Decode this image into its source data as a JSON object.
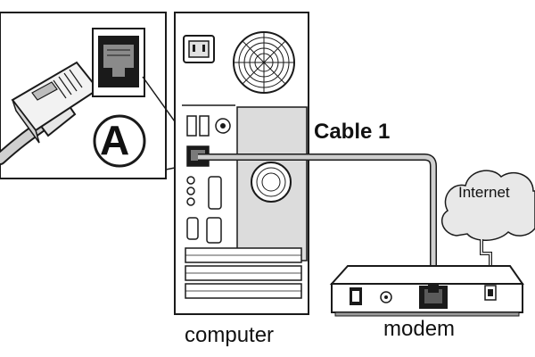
{
  "labels": {
    "cable": "Cable 1",
    "computer": "computer",
    "modem": "modem",
    "internet": "Internet",
    "callout": "A"
  },
  "colors": {
    "line": "#1a1a1a",
    "device_fill": "#ffffff",
    "panel_gray": "#d9d9d9",
    "cable_gray": "#c8c8c8",
    "port_dark": "#222222"
  },
  "icons": {
    "connector": "rj45-plug-icon",
    "port": "ethernet-port-icon",
    "cloud": "cloud-icon"
  }
}
